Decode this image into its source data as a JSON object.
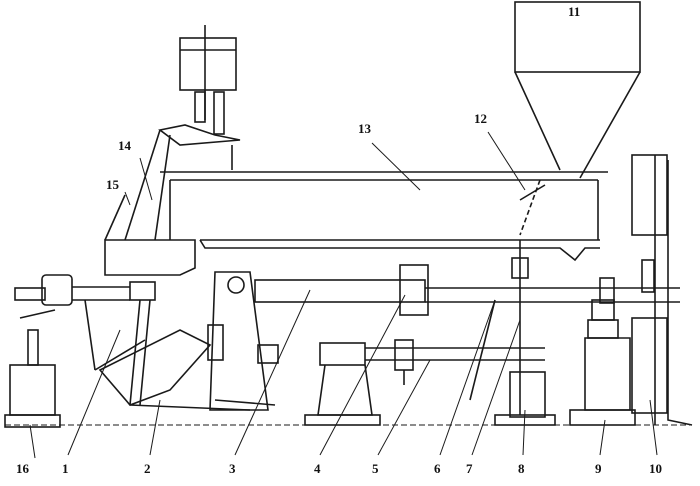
{
  "figure": {
    "stroke_color": "#1a1a1a",
    "background": "#ffffff",
    "labels": [
      {
        "id": "l1",
        "text": "1"
      },
      {
        "id": "l2",
        "text": "2"
      },
      {
        "id": "l3",
        "text": "3"
      },
      {
        "id": "l4",
        "text": "4"
      },
      {
        "id": "l5",
        "text": "5"
      },
      {
        "id": "l6",
        "text": "6"
      },
      {
        "id": "l7",
        "text": "7"
      },
      {
        "id": "l8",
        "text": "8"
      },
      {
        "id": "l9",
        "text": "9"
      },
      {
        "id": "l10",
        "text": "10"
      },
      {
        "id": "l11",
        "text": "11"
      },
      {
        "id": "l12",
        "text": "12"
      },
      {
        "id": "l13",
        "text": "13"
      },
      {
        "id": "l14",
        "text": "14"
      },
      {
        "id": "l15",
        "text": "15"
      },
      {
        "id": "l16",
        "text": "16"
      }
    ]
  }
}
